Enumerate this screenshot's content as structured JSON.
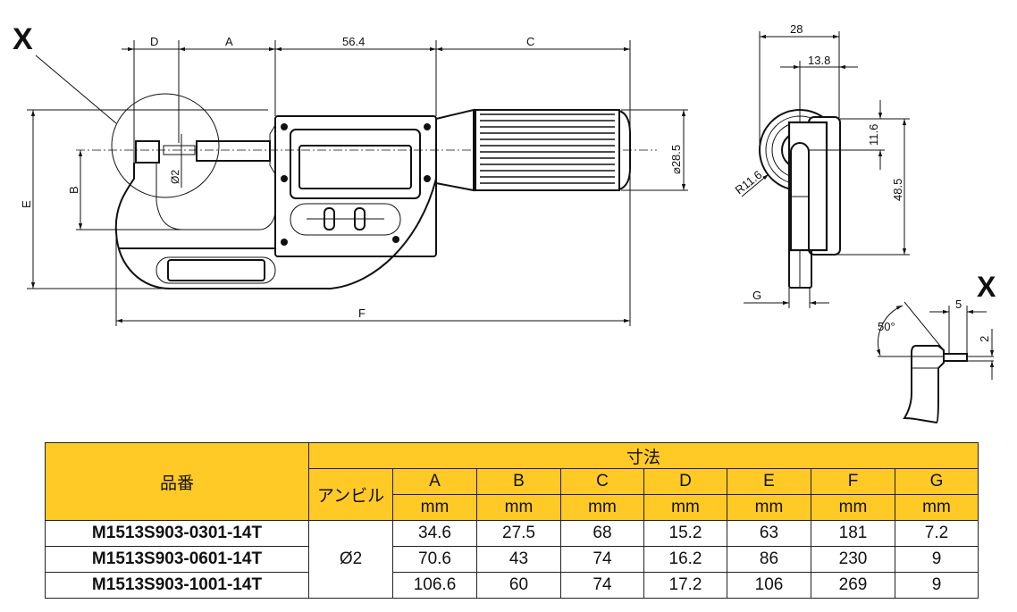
{
  "drawing": {
    "detail_marker": "X",
    "main_view": {
      "dims": {
        "D": "D",
        "A": "A",
        "mid": "56.4",
        "C": "C",
        "dia_thimble": "⌀28.5",
        "B": "B",
        "E": "E",
        "F": "F",
        "anvil_dia": "Ø2"
      }
    },
    "side_view": {
      "dims": {
        "width": "28",
        "offset": "13.8",
        "radius": "R11.6",
        "upper": "11.6",
        "height": "48.5",
        "G": "G"
      }
    },
    "detail_view": {
      "label": "X",
      "angle": "50°",
      "length": "5",
      "dia": "2"
    }
  },
  "table": {
    "header_part": "品番",
    "header_dims": "寸法",
    "header_anvil": "アンビル",
    "columns": [
      "A",
      "B",
      "C",
      "D",
      "E",
      "F",
      "G"
    ],
    "unit": "mm",
    "anvil_value": "Ø2",
    "rows": [
      {
        "part": "M1513S903-0301-14T",
        "values": [
          "34.6",
          "27.5",
          "68",
          "15.2",
          "63",
          "181",
          "7.2"
        ]
      },
      {
        "part": "M1513S903-0601-14T",
        "values": [
          "70.6",
          "43",
          "74",
          "16.2",
          "86",
          "230",
          "9"
        ]
      },
      {
        "part": "M1513S903-1001-14T",
        "values": [
          "106.6",
          "60",
          "74",
          "17.2",
          "106",
          "269",
          "9"
        ]
      }
    ],
    "header_color": "#FFC926"
  }
}
